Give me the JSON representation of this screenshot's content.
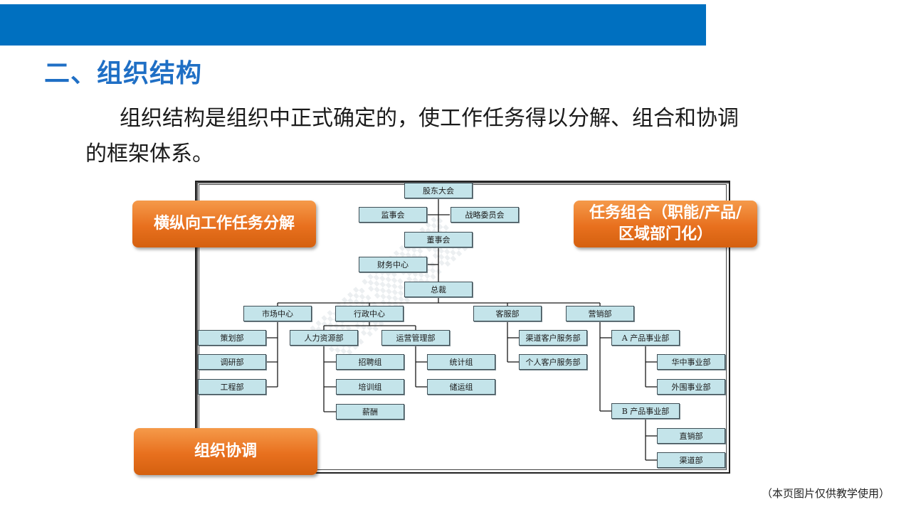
{
  "title": "二、组织结构",
  "paragraph": {
    "line1": "组织结构是组织中正式确定的，使工作任务得以分解、组合和协调",
    "line2": "的框架体系。"
  },
  "badges": {
    "left_top": "横纵向工作任务分解",
    "right_top": "任务组合（职能/产品/\n区域部门化）",
    "left_bottom": "组织协调"
  },
  "org": {
    "shareholders": "股东大会",
    "supervisory": "监事会",
    "strategy": "战略委员会",
    "board": "董事会",
    "finance": "财务中心",
    "ceo": "总裁",
    "market_center": "市场中心",
    "admin_center": "行政中心",
    "customer_service": "客服部",
    "marketing": "营销部",
    "planning": "策划部",
    "research": "调研部",
    "engineering": "工程部",
    "hr": "人力资源部",
    "operations": "运营管理部",
    "recruit": "招聘组",
    "training": "培训组",
    "salary": "薪酬",
    "statistics": "统计组",
    "logistics": "储运组",
    "channel_service": "渠道客户服务部",
    "personal_service": "个人客户服务部",
    "product_a": "A 产品事业部",
    "central_china": "华中事业部",
    "overseas": "外围事业部",
    "product_b": "B 产品事业部",
    "direct_sales": "直销部",
    "channel": "渠道部"
  },
  "footer": "（本页图片仅供教学使用）",
  "colors": {
    "bar": "#0070c0",
    "title": "#1f6fc5",
    "badge": "#e8701e",
    "node": "#c4e4ea"
  }
}
